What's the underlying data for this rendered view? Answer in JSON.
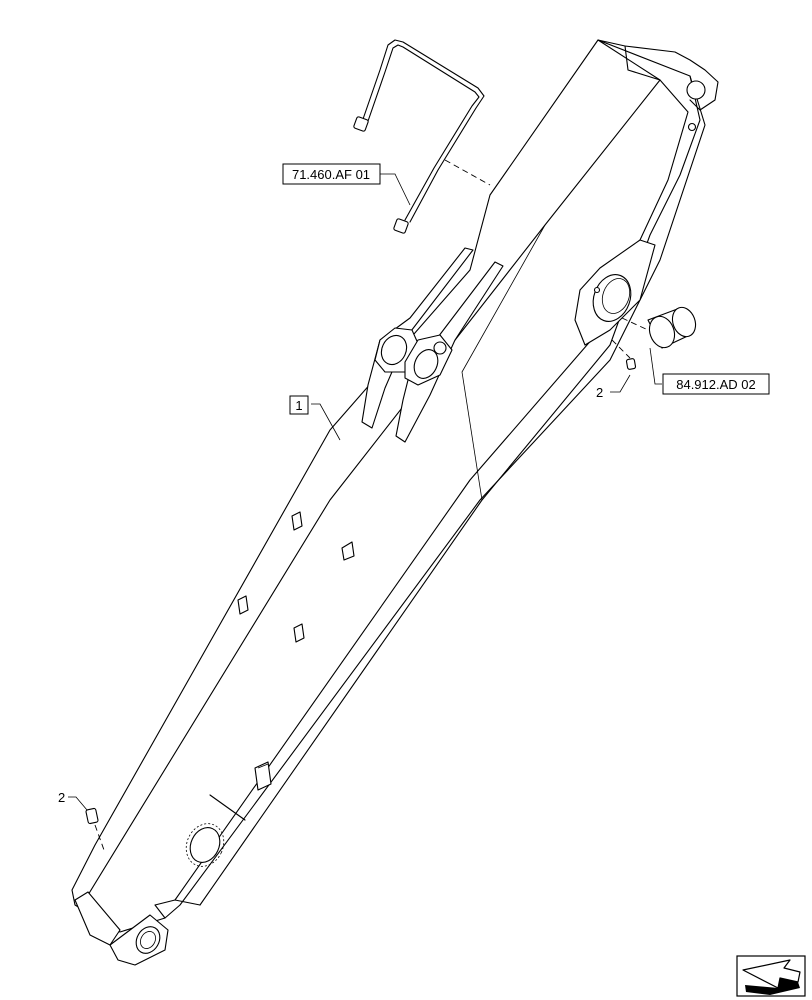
{
  "callouts": {
    "ref_hose": "71.460.AF 01",
    "ref_bushing": "84.912.AD 02",
    "item_boom": "1",
    "item_fitting_upper": "2",
    "item_fitting_lower": "2"
  },
  "icons": {
    "nav": "next-page-arrow-icon"
  }
}
